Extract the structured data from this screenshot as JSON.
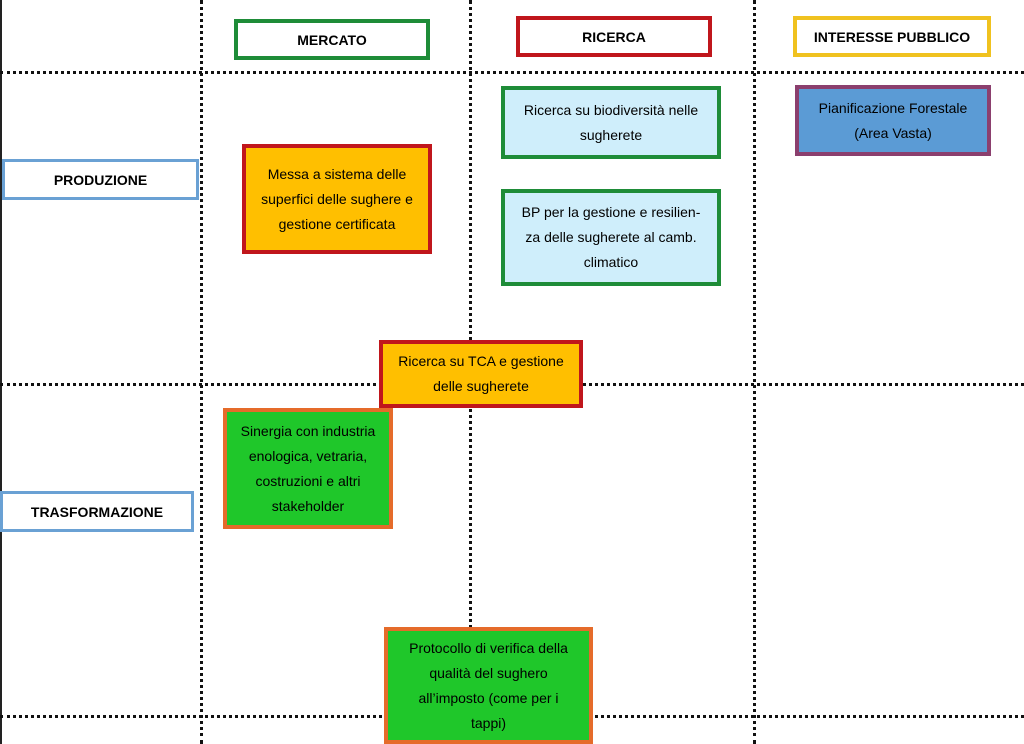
{
  "colors": {
    "green": "#1e8c38",
    "red": "#c0161c",
    "yellow": "#f0c21f",
    "blue_outline": "#6aa1d4",
    "orange_fill": "#ffbf00",
    "green_fill": "#1fc72a",
    "lightblue_fill": "#cfeefb",
    "steelblue_fill": "#5b9bd5",
    "purple": "#8b3f6e",
    "orange_outline": "#e56b2a"
  },
  "columns": {
    "mercato": "MERCATO",
    "ricerca": "RICERCA",
    "interesse_pubblico": "INTERESSE PUBBLICO"
  },
  "rows": {
    "produzione": "PRODUZIONE",
    "trasformazione": "TRASFORMAZIONE"
  },
  "boxes": {
    "sistema_sughere": [
      "Messa a sistema delle",
      "superfici delle sughere e",
      "gestione certificata"
    ],
    "biodiversita": [
      "Ricerca su biodiversità nelle",
      "sugherete"
    ],
    "pianificazione": [
      "Pianificazione Forestale",
      "(Area Vasta)"
    ],
    "bp_gestione": [
      "BP per la gestione e resilien-",
      "za delle sugherete al camb.",
      "climatico"
    ],
    "tca": [
      "Ricerca su TCA e gestione",
      "delle sugherete"
    ],
    "sinergia": [
      "Sinergia con industria",
      "enologica, vetraria,",
      "costruzioni e altri",
      "stakeholder"
    ],
    "protocollo": [
      "Protocollo di verifica della",
      "qualità del sughero",
      "all’imposto  (come per i",
      "tappi)"
    ]
  }
}
